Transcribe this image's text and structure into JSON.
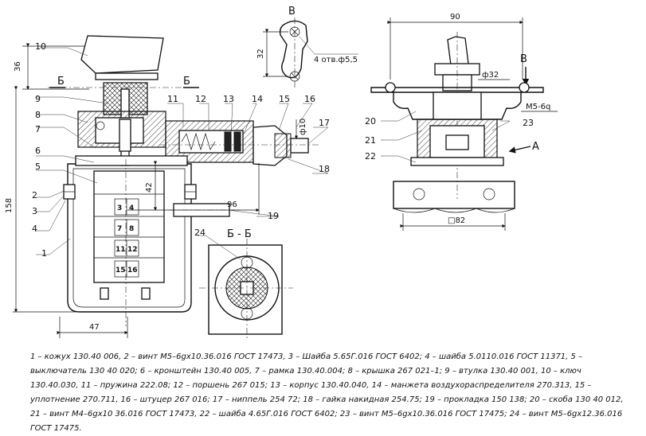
{
  "dimensions": {
    "d36": "36",
    "d158": "158",
    "d47": "47",
    "d42": "42",
    "d96": "96",
    "d90": "90",
    "d32": "32",
    "d32b": "ф32",
    "d82": "□82",
    "d10": "ф10",
    "hole": "4 отв.ф5,5",
    "thread": "M5-6q"
  },
  "sections": {
    "b_upper": "Б",
    "b_upper2": "Б",
    "bb": "Б - Б",
    "v_top": "В",
    "v_side": "В",
    "a_arrow": "А"
  },
  "callouts": [
    "1",
    "2",
    "3",
    "4",
    "5",
    "6",
    "7",
    "8",
    "9",
    "10",
    "11",
    "12",
    "13",
    "14",
    "15",
    "16",
    "17",
    "18",
    "19",
    "20",
    "21",
    "22",
    "23",
    "24"
  ],
  "switch_cells": [
    [
      "3",
      "4"
    ],
    [
      "7",
      "8"
    ],
    [
      "11",
      "12"
    ],
    [
      "15",
      "16"
    ]
  ],
  "legend": "1 – кожух 130.40 006, 2 – винт M5–6gх10.36.016 ГОСТ 17473, 3 – Шайба 5.65Г.016 ГОСТ 6402; 4 – шайба 5.0110.016 ГОСТ 11371, 5 – выключатель 130 40 020; 6 – кронштейн 130.40 005, 7 – рамка 130.40.004; 8 – крышка 267 021–1; 9 – втулка 130.40 001, 10 – ключ 130.40.030, 11 – пружина 222.08; 12 – поршень 267 015; 13 – корпус 130.40.040, 14 – манжета воздухораспределителя 270.313, 15 – уплотнение 270.711, 16 – штуцер 267 016; 17 – ниппель 254 72; 18 – гайка накидная 254.75; 19 – прокладка 150 138; 20 – скоба 130 40 012, 21 – винт M4–6gх10 36.016 ГОСТ 17473, 22 – шайба 4.65Г.016 ГОСТ 6402; 23 – винт M5–6gх10.36.016 ГОСТ 17475; 24 – винт M5–6gх12.36.016 ГОСТ 17475."
}
